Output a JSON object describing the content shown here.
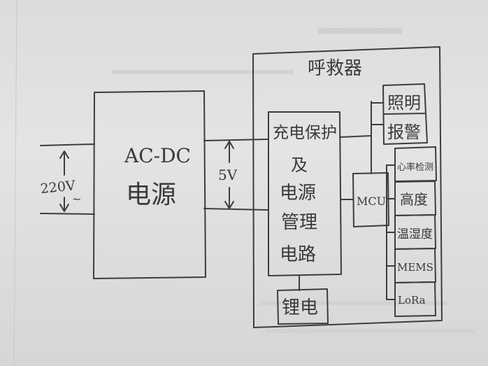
{
  "diagram": {
    "input_voltage": "220V",
    "input_ac_mark": "~",
    "acdc_block": {
      "line1": "AC-DC",
      "line2": "电源"
    },
    "output_voltage": "5V",
    "respirator_title": "呼救器",
    "charge_block": {
      "lines": [
        "充电保护",
        "及",
        "电源",
        "管理",
        "电路"
      ]
    },
    "battery": "锂电",
    "mcu": "MCU",
    "outputs": [
      "照明",
      "报警"
    ],
    "sensors": [
      "心率检测",
      "高度",
      "温湿度",
      "MEMS",
      "LoRa"
    ]
  }
}
